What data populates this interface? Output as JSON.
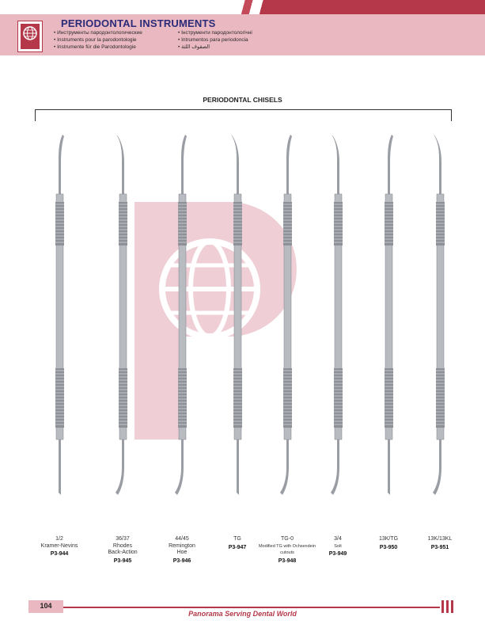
{
  "header": {
    "title": "PERIODONTAL INSTRUMENTS",
    "languages_col1": [
      "Инструменты пародонтологические",
      "Instruments pour la parodontologie",
      "Instrumente für die Parodontologie"
    ],
    "languages_col2": [
      "Інструменти пародонтологічні",
      "Intrumentos para periodoncia",
      "الصقوف اللثة"
    ],
    "brand_color": "#b5384a",
    "band_color": "#e9b8c0"
  },
  "section": {
    "title": "PERIODONTAL CHISELS"
  },
  "instruments": [
    {
      "name_lines": [
        "1/2",
        "Kramer-Nevins"
      ],
      "sub": "",
      "code": "P3-944"
    },
    {
      "name_lines": [
        "36/37",
        "Rhodes",
        "Back-Action"
      ],
      "sub": "",
      "code": "P3-945"
    },
    {
      "name_lines": [
        "44/45",
        "Remington",
        "Hoe"
      ],
      "sub": "",
      "code": "P3-946"
    },
    {
      "name_lines": [
        "TG"
      ],
      "sub": "",
      "code": "P3-947"
    },
    {
      "name_lines": [
        "TG-0"
      ],
      "sub": "Modified TG with Ochsendein cutouts",
      "code": "P3-948"
    },
    {
      "name_lines": [
        "3/4"
      ],
      "sub": "Solt",
      "code": "P3-949"
    },
    {
      "name_lines": [
        "13K/TG"
      ],
      "sub": "",
      "code": "P3-950"
    },
    {
      "name_lines": [
        "13K/13KL"
      ],
      "sub": "",
      "code": "P3-951"
    }
  ],
  "footer": {
    "page_number": "104",
    "tagline": "Panorama Serving Dental World"
  }
}
